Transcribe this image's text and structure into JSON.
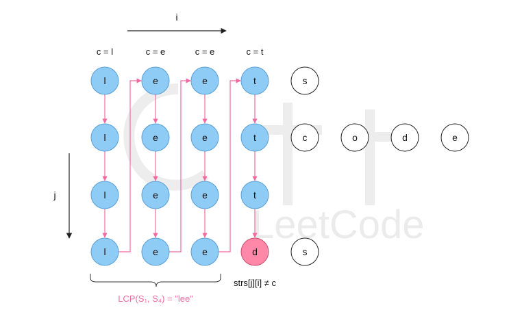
{
  "axes": {
    "i_label": "i",
    "j_label": "j"
  },
  "column_headers": [
    "c = l",
    "c = e",
    "c = e",
    "c = t"
  ],
  "columns": [
    [
      "l",
      "l",
      "l",
      "l"
    ],
    [
      "e",
      "e",
      "e",
      "e"
    ],
    [
      "e",
      "e",
      "e",
      "e"
    ],
    [
      "t",
      "t",
      "t",
      "d"
    ]
  ],
  "tails": {
    "row1": [
      "s"
    ],
    "row2": [
      "c",
      "o",
      "d",
      "e"
    ],
    "row4": [
      "s"
    ]
  },
  "annotations": {
    "mismatch": "strs[j][i] ≠ c",
    "lcp": "LCP(S₁, S₄) = \"lee\""
  },
  "watermark": {
    "text": "LeetCode"
  },
  "colors": {
    "node_fill": "#8ecbf5",
    "node_stroke": "#5a9fd6",
    "mismatch_fill": "#ff88a8",
    "mismatch_stroke": "#c8506e",
    "arrow": "#f06aa0",
    "lcp_text": "#f06aa0",
    "axis": "#222222"
  }
}
